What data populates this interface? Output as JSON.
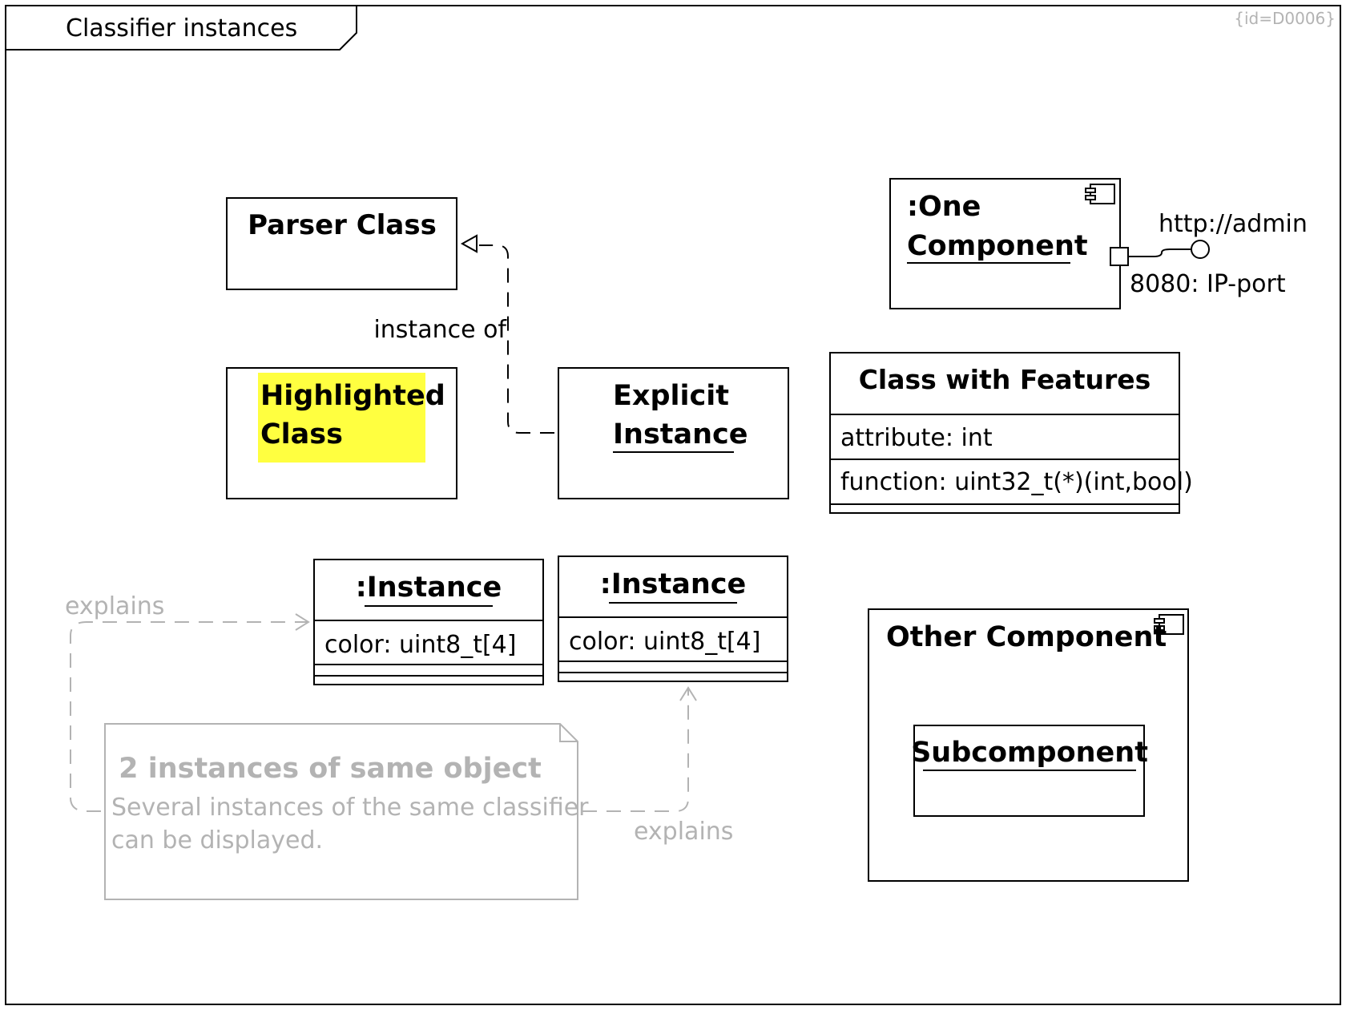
{
  "frame": {
    "title": "Classifier instances",
    "id_tag": "{id=D0006}"
  },
  "parser_class": {
    "name": "Parser Class"
  },
  "highlighted_class": {
    "line1": "Highlighted",
    "line2": "Class",
    "highlight_color": "#ffff40"
  },
  "explicit_instance": {
    "line1": "Explicit",
    "line2": "Instance"
  },
  "instance_of_label": "instance of",
  "one_component": {
    "line1": ":One",
    "line2": "Component",
    "interface_label": "http://admin",
    "port_label": "8080: IP-port"
  },
  "class_with_features": {
    "name": "Class with Features",
    "attribute": "attribute: int",
    "function": "function: uint32_t(*)(int,bool)"
  },
  "instance_a": {
    "name": ":Instance",
    "attribute": "color: uint8_t[4]"
  },
  "instance_b": {
    "name": ":Instance",
    "attribute": "color: uint8_t[4]"
  },
  "other_component": {
    "name": "Other Component",
    "subcomponent": "Subcomponent"
  },
  "note": {
    "title": "2 instances of same object",
    "line1": "Several instances of the same classifier",
    "line2": "can be displayed."
  },
  "explains_label_1": "explains",
  "explains_label_2": "explains"
}
